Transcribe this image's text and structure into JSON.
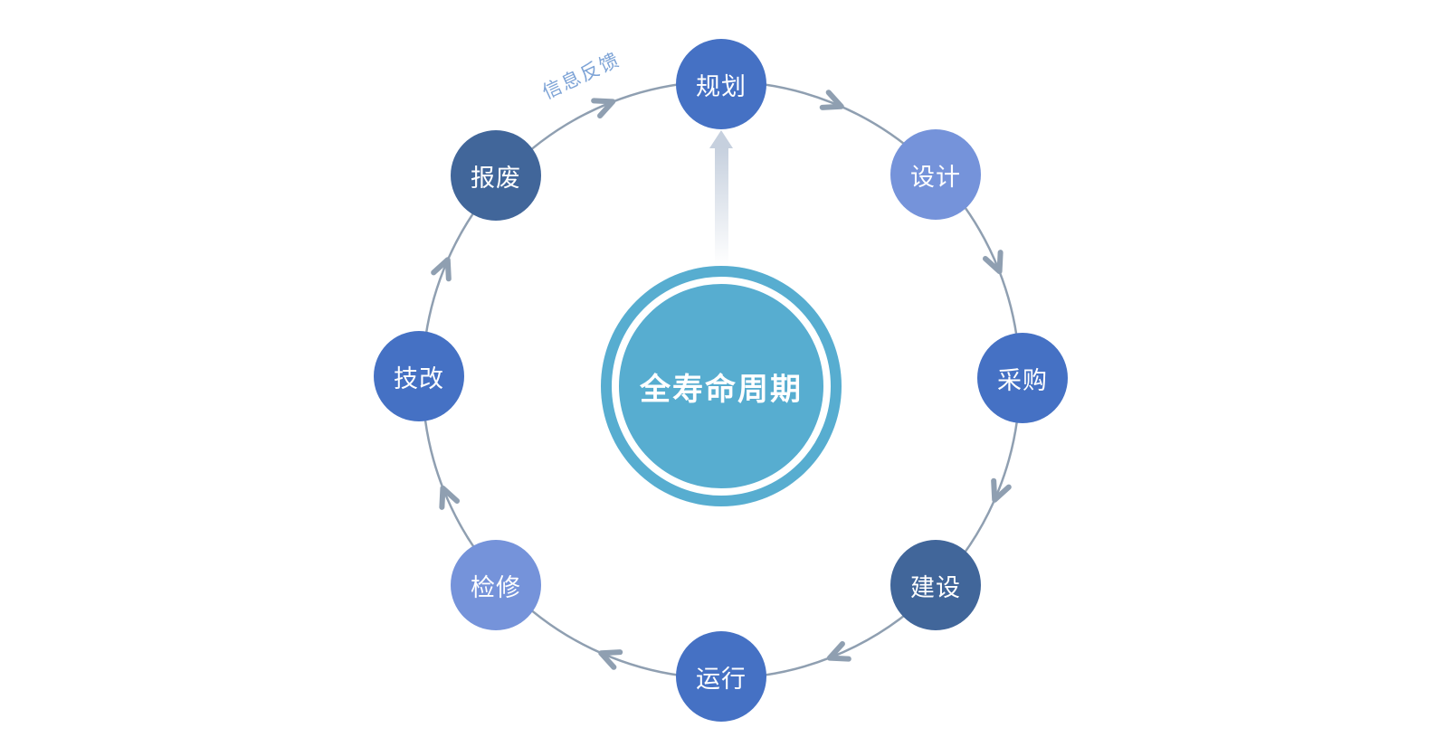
{
  "center": {
    "title": "全寿命周期"
  },
  "feedback_label": "信息反馈",
  "nodes": [
    {
      "label": "规划",
      "color": "#4571c4"
    },
    {
      "label": "设计",
      "color": "#7593da"
    },
    {
      "label": "采购",
      "color": "#4571c4"
    },
    {
      "label": "建设",
      "color": "#41669a"
    },
    {
      "label": "运行",
      "color": "#4571c4"
    },
    {
      "label": "检修",
      "color": "#7593da"
    },
    {
      "label": "技改",
      "color": "#4571c4"
    },
    {
      "label": "报废",
      "color": "#41669a"
    }
  ],
  "colors": {
    "center_fill": "#57add0",
    "orbit_stroke": "#8f9fb1",
    "feedback_text": "#7da3d6",
    "center_arrow": "#c6d0de"
  }
}
